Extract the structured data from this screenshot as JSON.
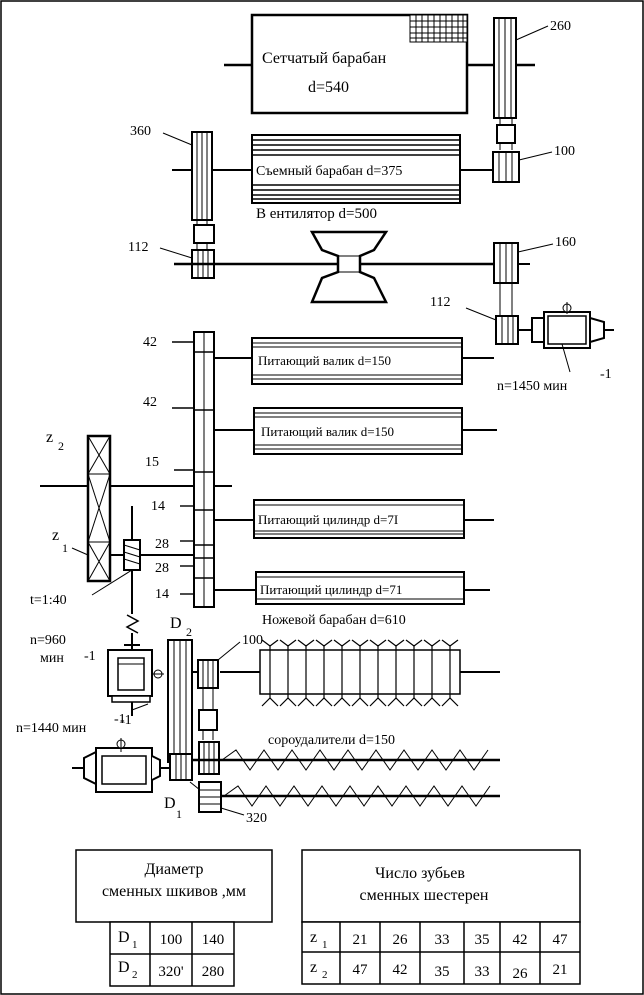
{
  "mesh_drum": {
    "title": "Сетчатый барабан",
    "diameter": "d=540"
  },
  "mesh_pulley": {
    "label": "260"
  },
  "doffer": {
    "label": "Съемный барабан d=375"
  },
  "doffer_pulley": {
    "label": "360"
  },
  "mesh_small_pulley": {
    "label": "100"
  },
  "fan": {
    "label": "В ентилятор d=500"
  },
  "fan_left_pulley": {
    "label": "112"
  },
  "fan_right_pulley": {
    "label": "160"
  },
  "motor_top": {
    "pulley_label": "112",
    "speed": "n=1450 мин",
    "speed_exp": "-1"
  },
  "gear_labels": {
    "g42a": "42",
    "g42b": "42",
    "g15": "15",
    "g14a": "14",
    "g28a": "28",
    "g28b": "28",
    "g14b": "14"
  },
  "feed_rollers": [
    {
      "label": "Питающий валик d=150"
    },
    {
      "label": "Питающий валик d=150"
    },
    {
      "label": "Питающий цилиндр d=7I"
    },
    {
      "label": "Питающий цилиндр d=71"
    }
  ],
  "change_gears": {
    "z2": "z",
    "z2_sub": "2",
    "z1": "z",
    "z1_sub": "1"
  },
  "worm": {
    "ratio": "t=1:40"
  },
  "knife_drum": {
    "label": "Ножевой барабан d=610"
  },
  "motor_middle": {
    "speed": "n=960",
    "speed_unit": "мин",
    "speed_exp": "-1",
    "speed_exp2": "-1"
  },
  "pulley_d2": {
    "label": "D",
    "sub": "2"
  },
  "pulley_100": {
    "label": "100"
  },
  "trash": {
    "label": "сороудалители d=150"
  },
  "motor_bottom": {
    "speed": "n=1440 мин",
    "speed_exp": "-1"
  },
  "pulley_d1": {
    "label": "D",
    "sub": "1"
  },
  "pulley_320": {
    "label": "320"
  },
  "table_pulleys": {
    "title1": "Диаметр",
    "title2": "сменных шкивов ,мм",
    "rows": [
      {
        "name": "D",
        "sub": "1",
        "v1": "100",
        "v2": "140"
      },
      {
        "name": "D",
        "sub": "2",
        "v1": "320'",
        "v2": "280"
      }
    ]
  },
  "table_gears": {
    "title1": "Число      зубьев",
    "title2": "сменных шестерен",
    "rows": [
      {
        "name": "z",
        "sub": "1",
        "values": [
          "21",
          "26",
          "33",
          "35",
          "42",
          "47"
        ]
      },
      {
        "name": "z",
        "sub": "2",
        "values": [
          "47",
          "42",
          "35",
          "33",
          "26",
          "21"
        ]
      }
    ]
  }
}
